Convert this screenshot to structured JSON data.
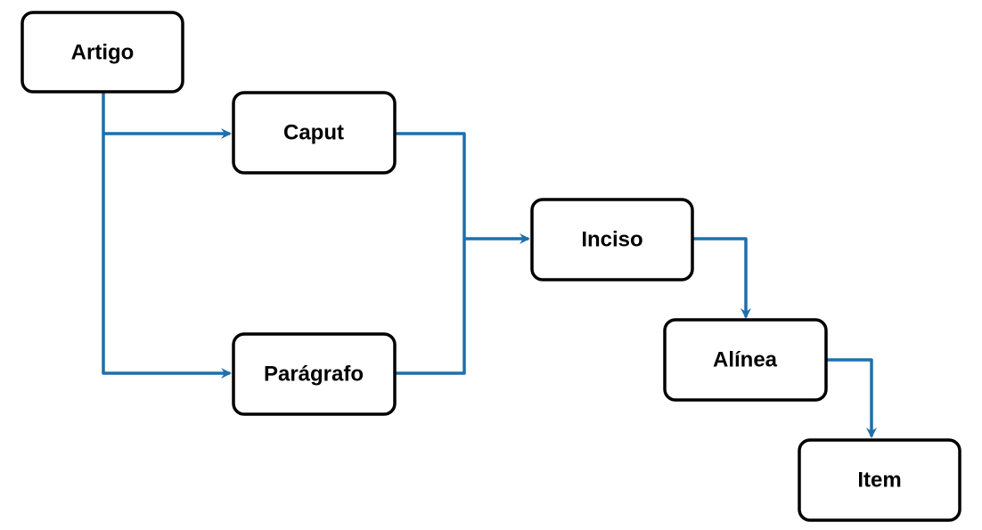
{
  "diagram": {
    "nodes": {
      "artigo": "Artigo",
      "caput": "Caput",
      "paragrafo": "Parágrafo",
      "inciso": "Inciso",
      "alinea": "Alínea",
      "item": "Item"
    },
    "edges": [
      {
        "from": "artigo",
        "to": "caput"
      },
      {
        "from": "artigo",
        "to": "paragrafo"
      },
      {
        "from": "caput",
        "to": "inciso"
      },
      {
        "from": "paragrafo",
        "to": "inciso"
      },
      {
        "from": "inciso",
        "to": "alinea"
      },
      {
        "from": "alinea",
        "to": "item"
      }
    ],
    "colors": {
      "connector": "#1f6fab",
      "node_border": "#000000",
      "node_fill": "#ffffff",
      "background": "#ffffff"
    }
  }
}
